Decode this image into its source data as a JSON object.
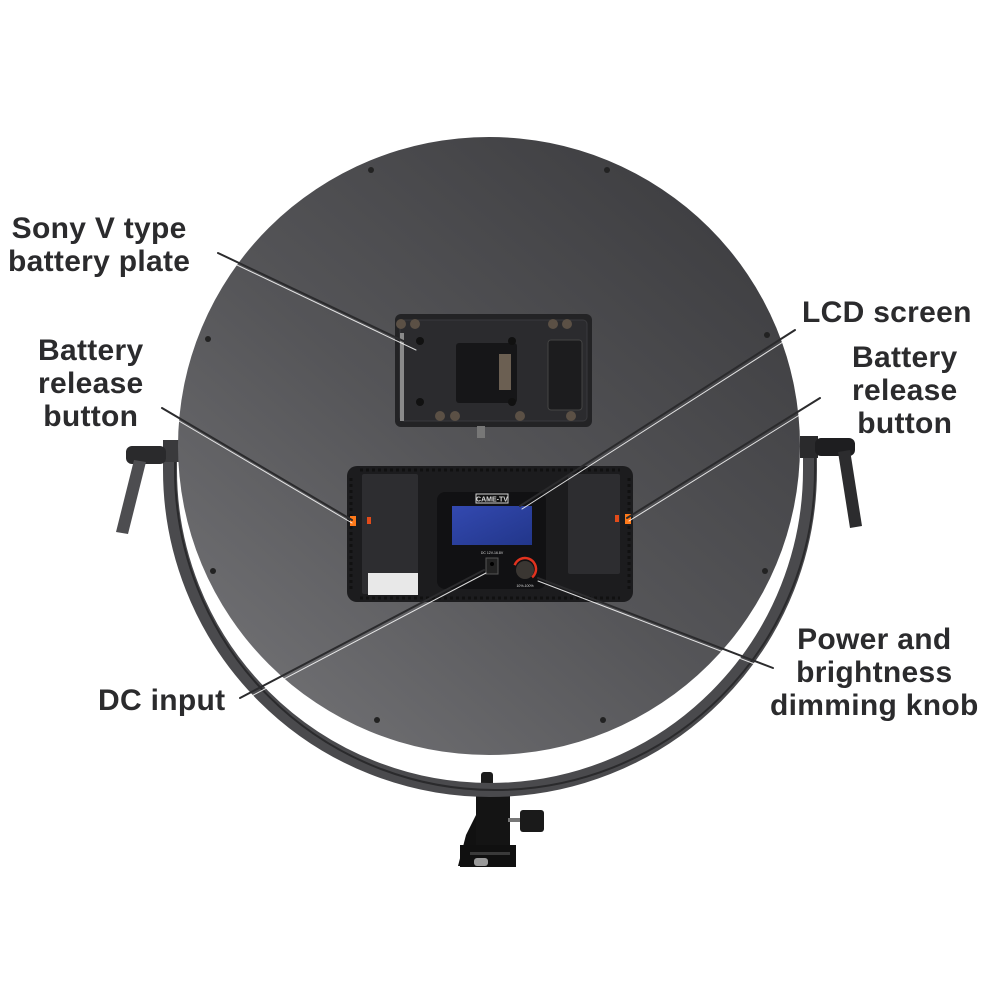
{
  "image": {
    "subject": "Round LED panel light, rear view, on yoke and stand",
    "background_color": "#ffffff"
  },
  "labels": [
    {
      "id": "sony-v-plate",
      "lines": [
        "Sony V type",
        "battery plate"
      ],
      "target": "battery-plate"
    },
    {
      "id": "battery-release-left",
      "lines": [
        "Battery",
        "release",
        "button"
      ],
      "target": "left-release-button"
    },
    {
      "id": "lcd-screen",
      "lines": [
        "LCD screen"
      ],
      "target": "lcd-screen"
    },
    {
      "id": "battery-release-right",
      "lines": [
        "Battery",
        "release",
        "button"
      ],
      "target": "right-release-button"
    },
    {
      "id": "power-knob",
      "lines": [
        "Power and",
        "brightness",
        "dimming knob"
      ],
      "target": "dimming-knob"
    },
    {
      "id": "dc-input",
      "lines": [
        "DC input"
      ],
      "target": "dc-input-jack"
    }
  ],
  "device": {
    "brand_badge": "CAME-TV",
    "dc_rating_text": "DC 12V-16.8V",
    "knob_range_text": "10%-100%",
    "lcd_color": "#2a3f9a",
    "indicator_color": "#ff7a1a",
    "knob_ring_color": "#e2331f"
  },
  "colors": {
    "label_text": "#2b2b2d",
    "leader_line": "#2b2b2d",
    "disc_light": "#6e6e71",
    "disc_dark": "#3f3f42",
    "yoke": "#4a4a4d"
  }
}
